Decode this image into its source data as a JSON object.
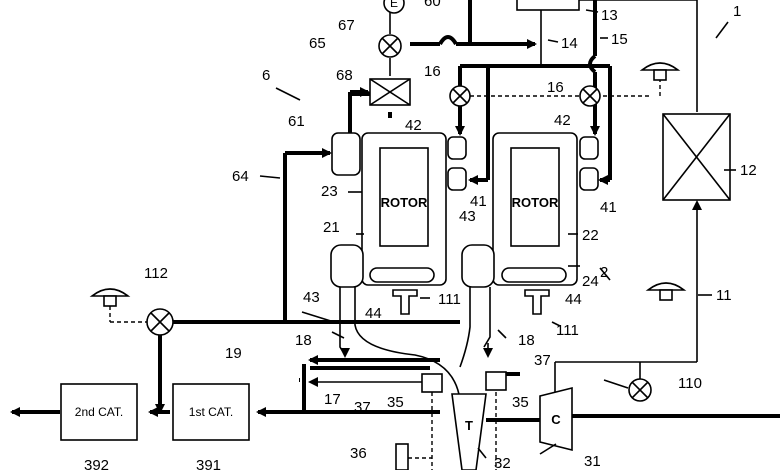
{
  "refs": {
    "r1": "1",
    "r2": "2",
    "r6": "6",
    "r11": "11",
    "r12": "12",
    "r13": "13",
    "r14": "14",
    "r15": "15",
    "r16a": "16",
    "r16b": "16",
    "r17": "17",
    "r18a": "18",
    "r18b": "18",
    "r19": "19",
    "r21": "21",
    "r22": "22",
    "r23": "23",
    "r24": "24",
    "r31": "31",
    "r32": "32",
    "r35a": "35",
    "r35b": "35",
    "r36": "36",
    "r37a": "37",
    "r37b": "37",
    "r41a": "41",
    "r41b": "41",
    "r42a": "42",
    "r42b": "42",
    "r43a": "43",
    "r43b": "43",
    "r44a": "44",
    "r44b": "44",
    "r60": "60",
    "r61": "61",
    "r64": "64",
    "r65": "65",
    "r67": "67",
    "r68": "68",
    "r110": "110",
    "r111a": "111",
    "r111b": "111",
    "r112": "112",
    "r391": "391",
    "r392": "392"
  },
  "labels": {
    "rotor_left": "ROTOR",
    "rotor_right": "ROTOR",
    "cat1": "1st CAT.",
    "cat2": "2nd CAT.",
    "turbine": "T",
    "compressor": "C",
    "pump": "E"
  }
}
